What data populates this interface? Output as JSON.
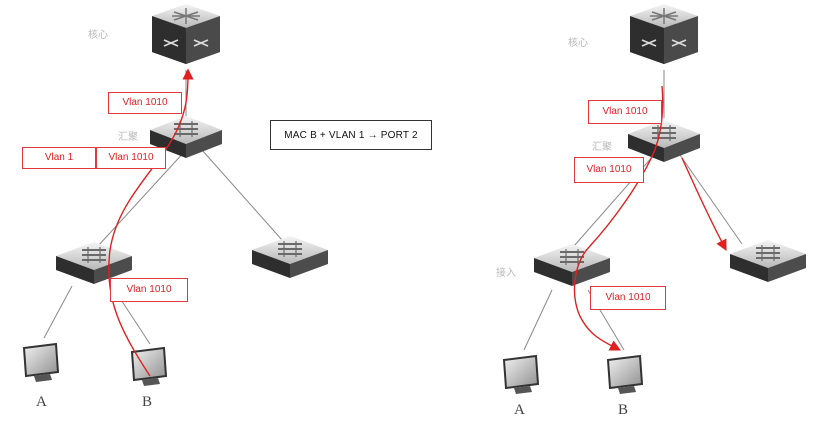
{
  "left": {
    "core_label": "核心",
    "agg_label": "汇聚",
    "tags": {
      "upper_vlan": "Vlan 1010",
      "native_vlan": "Vlan 1",
      "mid_vlan": "Vlan 1010",
      "lower_vlan": "Vlan 1010"
    },
    "pc_a_label": "A",
    "pc_b_label": "B"
  },
  "note": {
    "mac_entry": "MAC B + VLAN 1 → PORT 2"
  },
  "right": {
    "core_label": "核心",
    "agg_label": "汇聚",
    "access_label": "接入",
    "tags": {
      "upper_vlan": "Vlan 1010",
      "mid_vlan": "Vlan 1010",
      "lower_vlan": "Vlan 1010"
    },
    "pc_a_label": "A",
    "pc_b_label": "B"
  },
  "colors": {
    "path": "#e02020",
    "tag_border": "#e23a3a",
    "device_body": "#3c3c3c",
    "device_top": "#d9d9d9"
  }
}
